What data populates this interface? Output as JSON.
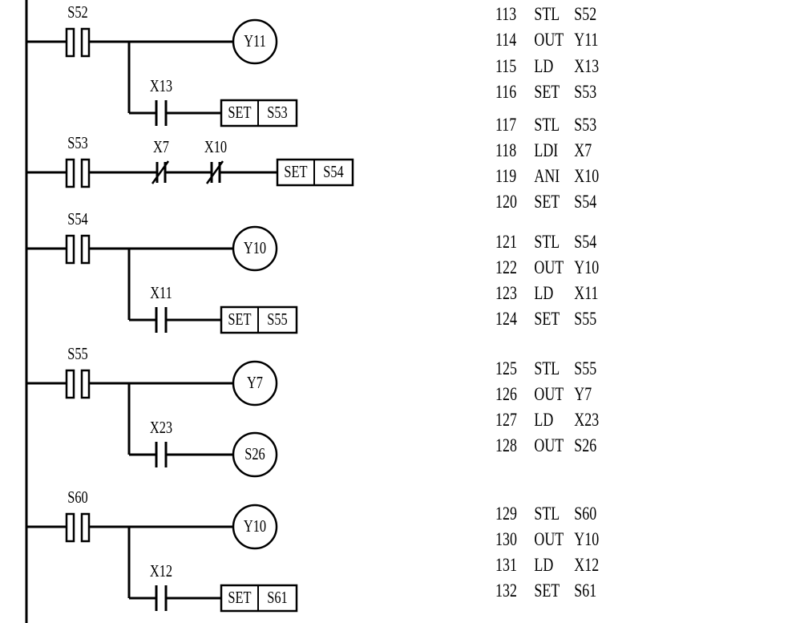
{
  "diagram": {
    "type": "PLC ladder diagram with instruction list",
    "line_color": "#000000",
    "background": "#ffffff"
  },
  "rungs": [
    {
      "stl": "S52",
      "main_coil": "Y11",
      "branch_contact": "X13",
      "branch_contact_type": "NO",
      "branch_output": {
        "kind": "set",
        "op": "SET",
        "operand": "S53"
      }
    },
    {
      "stl": "S53",
      "series_contacts": [
        {
          "label": "X7",
          "type": "NC"
        },
        {
          "label": "X10",
          "type": "NC"
        }
      ],
      "output": {
        "kind": "set",
        "op": "SET",
        "operand": "S54"
      }
    },
    {
      "stl": "S54",
      "main_coil": "Y10",
      "branch_contact": "X11",
      "branch_contact_type": "NO",
      "branch_output": {
        "kind": "set",
        "op": "SET",
        "operand": "S55"
      }
    },
    {
      "stl": "S55",
      "main_coil": "Y7",
      "branch_contact": "X23",
      "branch_contact_type": "NO",
      "branch_output": {
        "kind": "coil",
        "operand": "S26"
      }
    },
    {
      "stl": "S60",
      "main_coil": "Y10",
      "branch_contact": "X12",
      "branch_contact_type": "NO",
      "branch_output": {
        "kind": "set",
        "op": "SET",
        "operand": "S61"
      }
    }
  ],
  "instruction_list": [
    {
      "step": "113",
      "op": "STL",
      "operand": "S52"
    },
    {
      "step": "114",
      "op": "OUT",
      "operand": "Y11"
    },
    {
      "step": "115",
      "op": "LD",
      "operand": "X13"
    },
    {
      "step": "116",
      "op": "SET",
      "operand": "S53"
    },
    {
      "step": "117",
      "op": "STL",
      "operand": "S53"
    },
    {
      "step": "118",
      "op": "LDI",
      "operand": "X7"
    },
    {
      "step": "119",
      "op": "ANI",
      "operand": "X10"
    },
    {
      "step": "120",
      "op": "SET",
      "operand": "S54"
    },
    {
      "step": "121",
      "op": "STL",
      "operand": "S54"
    },
    {
      "step": "122",
      "op": "OUT",
      "operand": "Y10"
    },
    {
      "step": "123",
      "op": "LD",
      "operand": "X11"
    },
    {
      "step": "124",
      "op": "SET",
      "operand": "S55"
    },
    {
      "step": "125",
      "op": "STL",
      "operand": "S55"
    },
    {
      "step": "126",
      "op": "OUT",
      "operand": "Y7"
    },
    {
      "step": "127",
      "op": "LD",
      "operand": "X23"
    },
    {
      "step": "128",
      "op": "OUT",
      "operand": "S26"
    },
    {
      "step": "129",
      "op": "STL",
      "operand": "S60"
    },
    {
      "step": "130",
      "op": "OUT",
      "operand": "Y10"
    },
    {
      "step": "131",
      "op": "LD",
      "operand": "X12"
    },
    {
      "step": "132",
      "op": "SET",
      "operand": "S61"
    }
  ]
}
